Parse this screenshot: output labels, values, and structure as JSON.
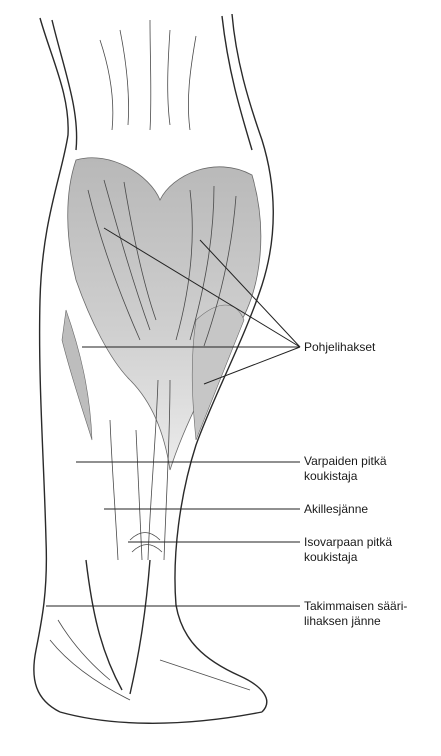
{
  "labels": {
    "calf_muscles": "Pohjelihakset",
    "flexor_digitorum_longus": [
      "Varpaiden pitkä",
      "koukistaja"
    ],
    "achilles_tendon": "Akillesjänne",
    "flexor_hallucis_longus": [
      "Isovarpaan pitkä",
      "koukistaja"
    ],
    "tibialis_posterior_tendon": [
      "Takimmaisen sääri-",
      "lihaksen jänne"
    ]
  },
  "colors": {
    "outline": "#2a2a2a",
    "muscle_shade": "#c2c2c2",
    "muscle_light": "#e2e2e2",
    "leader": "#222222"
  }
}
